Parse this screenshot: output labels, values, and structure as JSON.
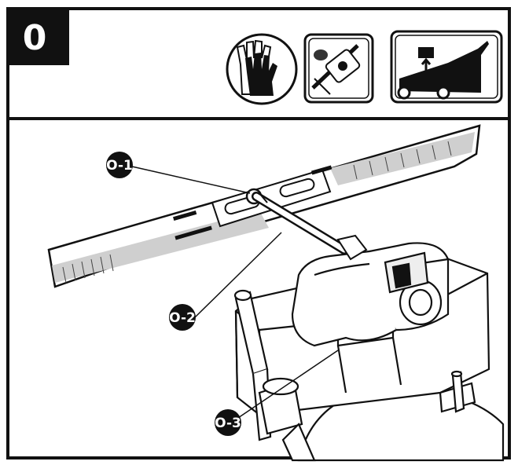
{
  "step": {
    "number": "0"
  },
  "header_icons": [
    {
      "name": "gloves-icon"
    },
    {
      "name": "spark-plug-disconnect-icon"
    },
    {
      "name": "mower-tilt-icon"
    }
  ],
  "callouts": [
    {
      "id": "O-1",
      "label": "O-1"
    },
    {
      "id": "O-2",
      "label": "O-2"
    },
    {
      "id": "O-3",
      "label": "O-3"
    }
  ]
}
